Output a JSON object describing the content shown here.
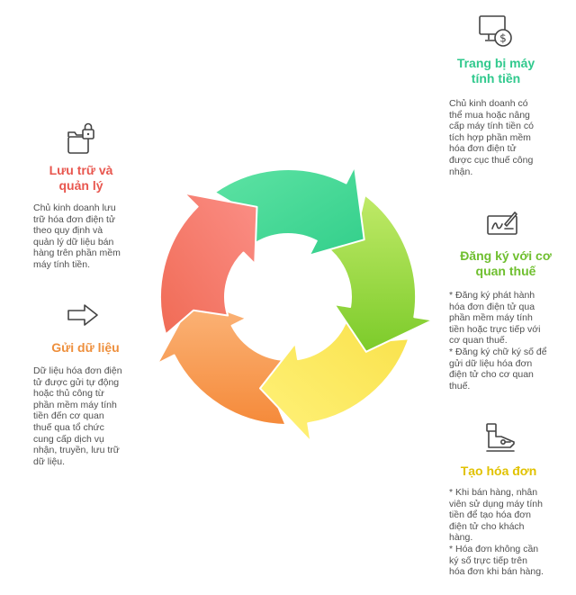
{
  "colors": {
    "luu_tru": "#e8574f",
    "gui": "#ee8f3c",
    "trang_bi": "#30c98d",
    "dang_ky": "#6fbf2f",
    "tao": "#e1c200",
    "text": "#505050"
  },
  "steps": [
    {
      "id": "luu-tru",
      "title": "Lưu trữ và\nquản lý",
      "icon": "folder-lock-icon",
      "description": "Chủ kinh doanh lưu\ntrữ hóa đơn điện tử\ntheo quy định và\nquản lý dữ liệu bán\nhàng trên phần mềm\nmáy tính tiền."
    },
    {
      "id": "gui",
      "title": "Gửi dữ liệu",
      "icon": "arrow-right-icon",
      "description": "Dữ liệu hóa đơn điện\ntử được gửi tự động\nhoặc thủ công từ\nphần mềm máy tính\ntiền đến cơ quan\nthuế qua tổ chức\ncung cấp dịch vụ\nnhận, truyền, lưu trữ\ndữ liệu."
    },
    {
      "id": "trang-bi",
      "title": "Trang bị máy\ntính tiền",
      "icon": "monitor-dollar-icon",
      "description": "Chủ kinh doanh có\nthể mua hoặc nâng\ncấp máy tính tiền có\ntích hợp phần mềm\nhóa đơn điện tử\nđược cục thuế công\nnhận."
    },
    {
      "id": "dang-ky",
      "title": "Đăng ký với cơ\nquan thuế",
      "icon": "signature-icon",
      "description": "* Đăng ký phát hành\nhóa đơn điện tử qua\nphần mềm máy tính\ntiền hoặc trực tiếp với\ncơ quan thuế.\n* Đăng ký chữ ký số để\ngửi dữ liệu hóa đơn\nđiện tử cho cơ quan\nthuế."
    },
    {
      "id": "tao",
      "title": "Tạo hóa đơn",
      "icon": "cash-register-icon",
      "description": "* Khi bán hàng, nhân\nviên sử dụng máy tính\ntiền để tạo hóa đơn\nđiện tử cho khách\nhàng.\n* Hóa đơn không cần\nký số trực tiếp trên\nhóa đơn khi bán hàng."
    }
  ]
}
